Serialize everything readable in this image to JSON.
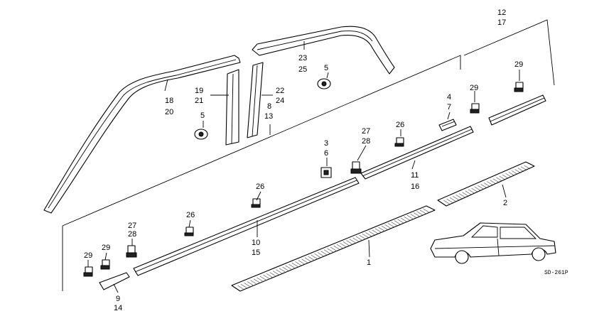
{
  "diagram_code": "SD-261P",
  "labels": {
    "l12": "12",
    "l17": "17",
    "l29a": "29",
    "l29b": "29",
    "l29c": "29",
    "l29d": "29",
    "l4": "4",
    "l7": "7",
    "l23": "23",
    "l25": "25",
    "l5a": "5",
    "l5b": "5",
    "l19": "19",
    "l21": "21",
    "l22": "22",
    "l24": "24",
    "l18": "18",
    "l20": "20",
    "l8": "8",
    "l13": "13",
    "l3": "3",
    "l6": "6",
    "l27a": "27",
    "l28a": "28",
    "l27b": "27",
    "l28b": "28",
    "l26a": "26",
    "l26b": "26",
    "l26c": "26",
    "l11": "11",
    "l16": "16",
    "l2": "2",
    "l10": "10",
    "l15": "15",
    "l1": "1",
    "l9": "9",
    "l14": "14"
  }
}
